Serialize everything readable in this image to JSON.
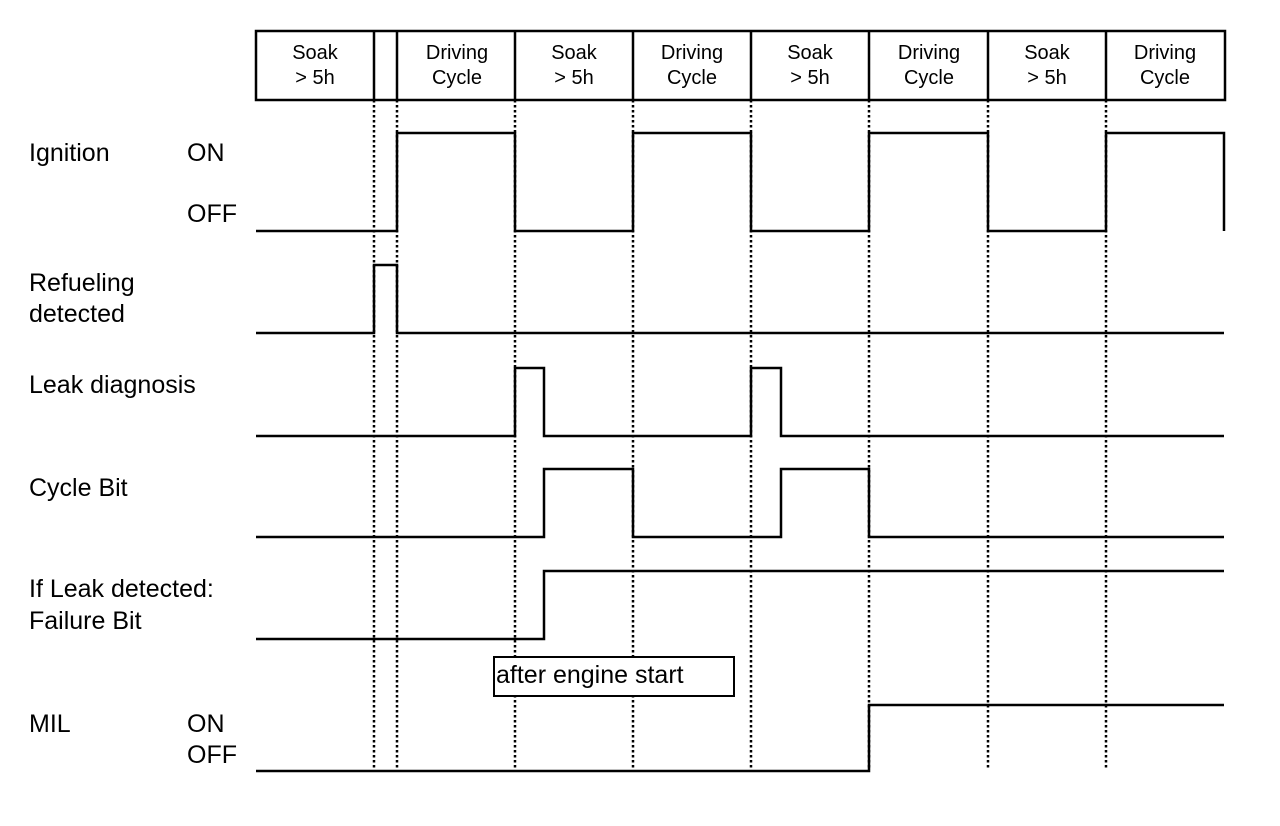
{
  "phases": [
    {
      "key": "soak1",
      "lines": [
        "Soak",
        "> 5h"
      ]
    },
    {
      "key": "refuel",
      "lines": [
        "",
        ""
      ]
    },
    {
      "key": "drive1",
      "lines": [
        "Driving",
        "Cycle"
      ]
    },
    {
      "key": "soak2",
      "lines": [
        "Soak",
        "> 5h"
      ]
    },
    {
      "key": "drive2",
      "lines": [
        "Driving",
        "Cycle"
      ]
    },
    {
      "key": "soak3",
      "lines": [
        "Soak",
        "> 5h"
      ]
    },
    {
      "key": "drive3",
      "lines": [
        "Driving",
        "Cycle"
      ]
    },
    {
      "key": "soak4",
      "lines": [
        "Soak",
        "> 5h"
      ]
    },
    {
      "key": "drive4",
      "lines": [
        "Driving",
        "Cycle"
      ]
    }
  ],
  "signals": {
    "ignition": {
      "label": [
        "Ignition"
      ],
      "state_high": "ON",
      "state_low": "OFF"
    },
    "refueling": {
      "label": [
        "Refueling",
        "detected"
      ]
    },
    "leak": {
      "label": [
        "Leak diagnosis"
      ]
    },
    "cycle": {
      "label": [
        "Cycle Bit"
      ]
    },
    "failure": {
      "label": [
        "If Leak detected:",
        "Failure Bit"
      ]
    },
    "mil": {
      "label": [
        "MIL"
      ],
      "state_high": "ON",
      "state_low": "OFF"
    }
  },
  "annotation": {
    "text": "after engine start"
  }
}
